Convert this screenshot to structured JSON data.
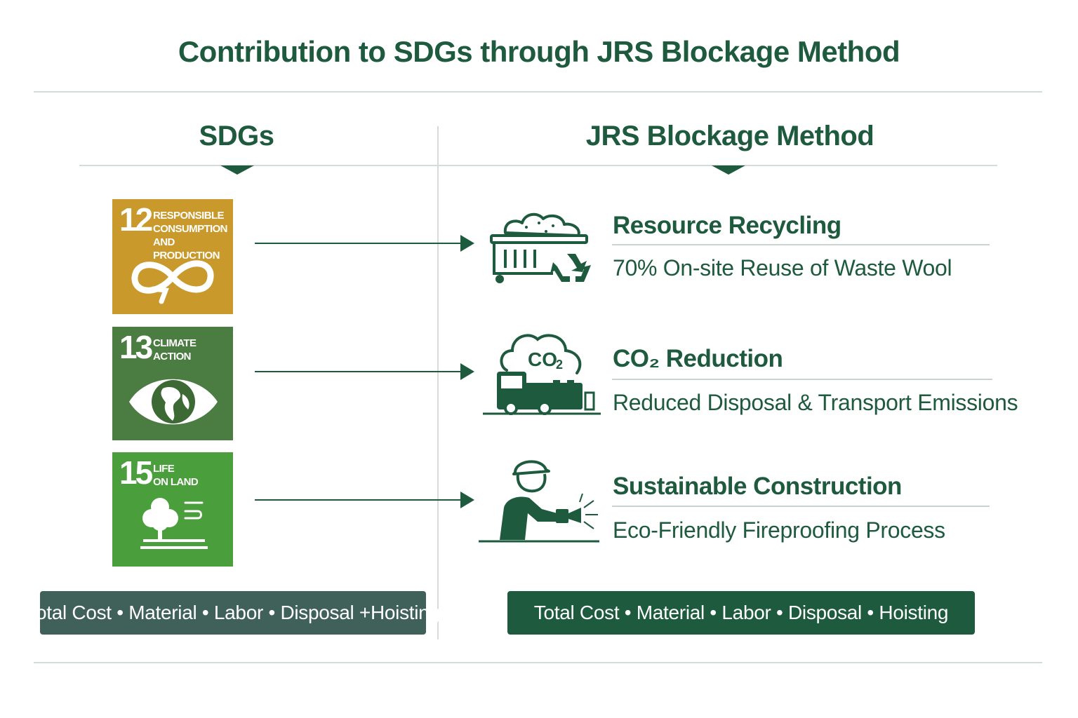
{
  "title": "Contribution to SDGs through JRS Blockage Method",
  "columns": {
    "left_heading": "SDGs",
    "right_heading": "JRS Blockage Method"
  },
  "sdgs": [
    {
      "number": "12",
      "label": "RESPONSIBLE\nCONSUMPTION\nAND PRODUCTION",
      "color": "#c9992b",
      "icon": "infinity-loop-icon"
    },
    {
      "number": "13",
      "label": "CLIMATE\nACTION",
      "color": "#4b7c41",
      "icon": "globe-eye-icon"
    },
    {
      "number": "15",
      "label": "LIFE\nON LAND",
      "color": "#4a9e3c",
      "icon": "tree-icon"
    }
  ],
  "methods": [
    {
      "title": "Resource Recycling",
      "subtitle": "70% On-site Reuse of Waste Wool",
      "icon": "recycling-container-icon"
    },
    {
      "title": "CO₂ Reduction",
      "subtitle": "Reduced Disposal & Transport Emissions",
      "icon": "co2-truck-icon",
      "icon_text": "CO₂"
    },
    {
      "title": "Sustainable Construction",
      "subtitle": "Eco-Friendly Fireproofing Process",
      "icon": "worker-spraying-icon"
    }
  ],
  "footer": {
    "left_bar": "Total Cost • Material • Labor • Disposal +Hoisting",
    "right_bar": "Total Cost • Material • Labor • Disposal • Hoisting"
  },
  "colors": {
    "primary": "#1e5a3e",
    "divider": "#d3dcda",
    "left_bar": "#40615a",
    "right_bar": "#1e5a3e"
  }
}
